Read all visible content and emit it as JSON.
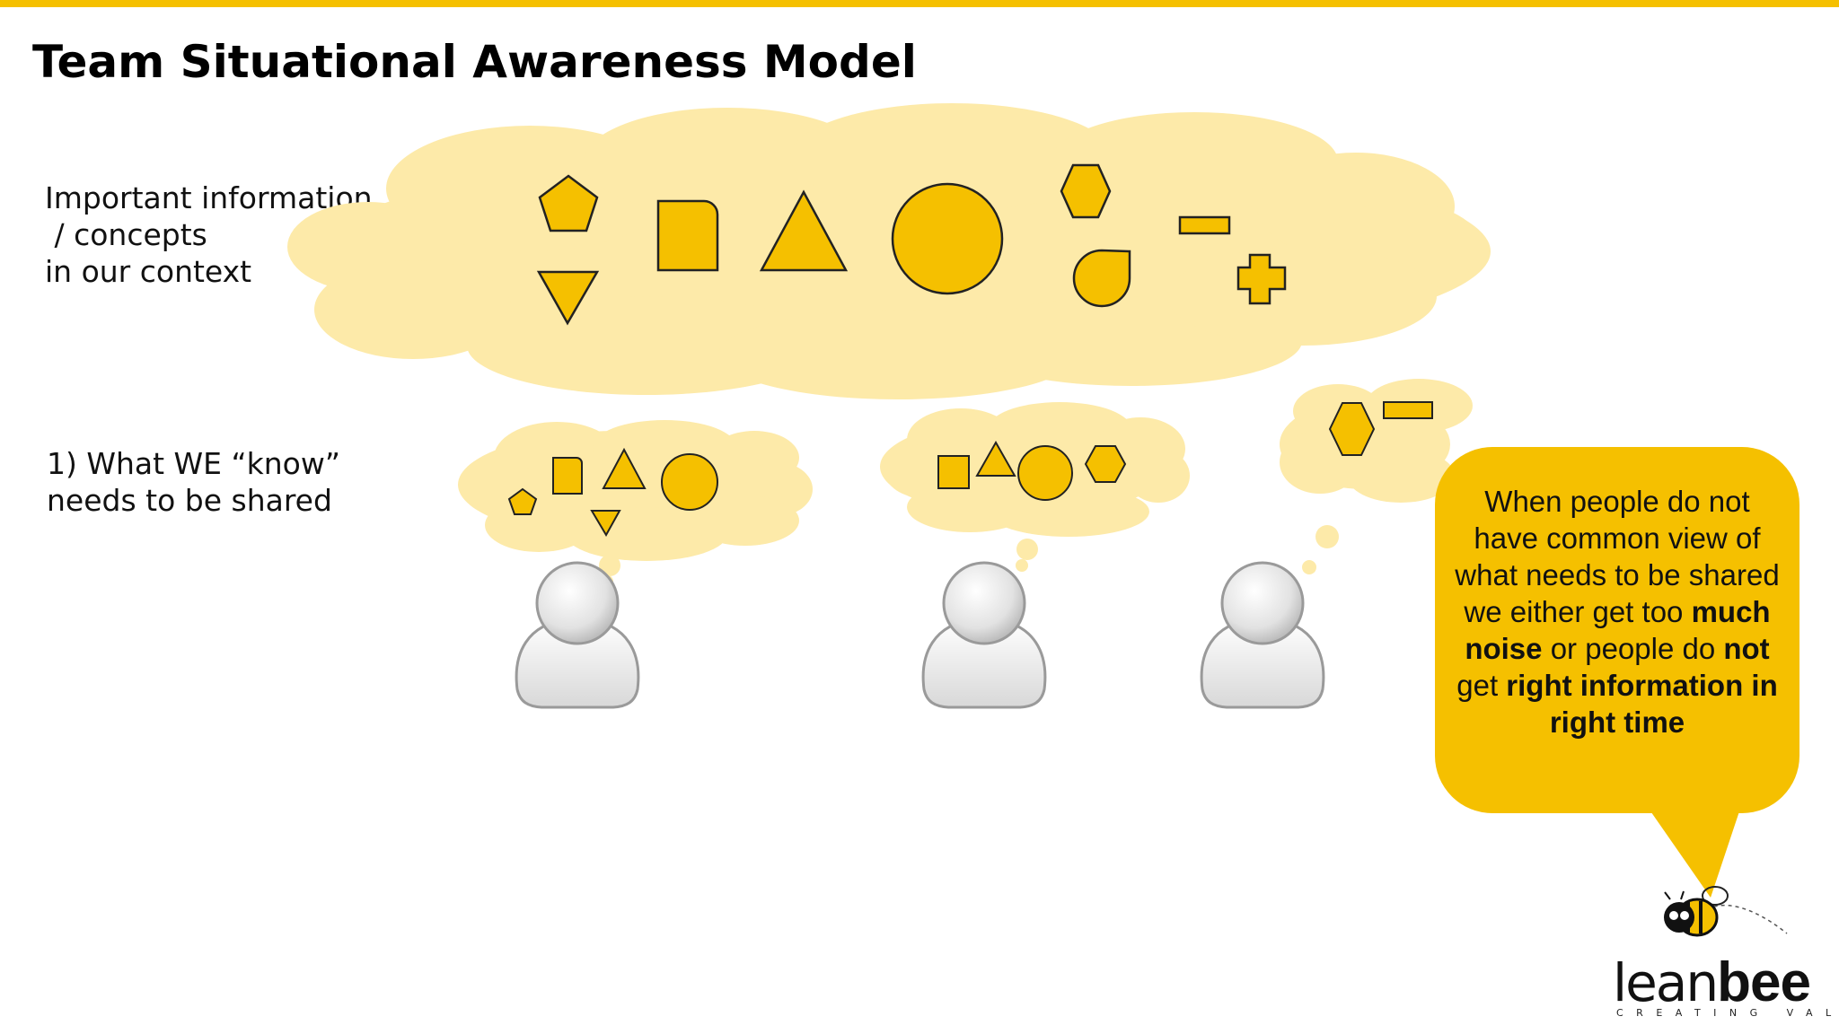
{
  "title": "Team Situational Awareness Model",
  "labels": {
    "context": "Important information\n / concepts\nin our context",
    "shared": "1) What WE “know”\nneeds to be shared"
  },
  "bubble": {
    "line1": "When people do not have common view of what needs to be shared we either get too ",
    "bold1": "much noise",
    "line2": " or people do ",
    "bold2": "not",
    "line3": " get ",
    "bold3": "right information in right time"
  },
  "logo": {
    "word_lean": "lean",
    "word_bee": "bee",
    "tagline": "CREATING VALUE"
  },
  "colors": {
    "accent": "#f5c000",
    "cloud": "#fdeaa9",
    "shape_fill": "#f5c000",
    "shape_stroke": "#222222"
  }
}
